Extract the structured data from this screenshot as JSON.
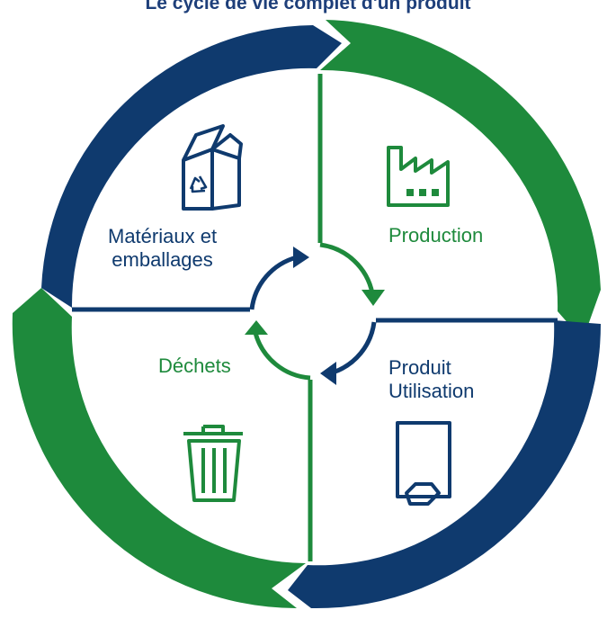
{
  "title": "Le cycle de vie complet d'un produit",
  "colors": {
    "navy": "#0f3a6e",
    "green": "#1e8a3c"
  },
  "quadrants": [
    {
      "id": "materiaux",
      "lines": [
        "Matériaux et",
        "emballages"
      ],
      "icon": "recycling-box-icon",
      "color": "#0f3a6e"
    },
    {
      "id": "production",
      "lines": [
        "Production"
      ],
      "icon": "factory-icon",
      "color": "#1e8a3c"
    },
    {
      "id": "produit",
      "lines": [
        "Produit",
        "Utilisation"
      ],
      "icon": "towel-dispenser-icon",
      "color": "#0f3a6e"
    },
    {
      "id": "dechets",
      "lines": [
        "Déchets"
      ],
      "icon": "trash-bin-icon",
      "color": "#1e8a3c"
    }
  ]
}
